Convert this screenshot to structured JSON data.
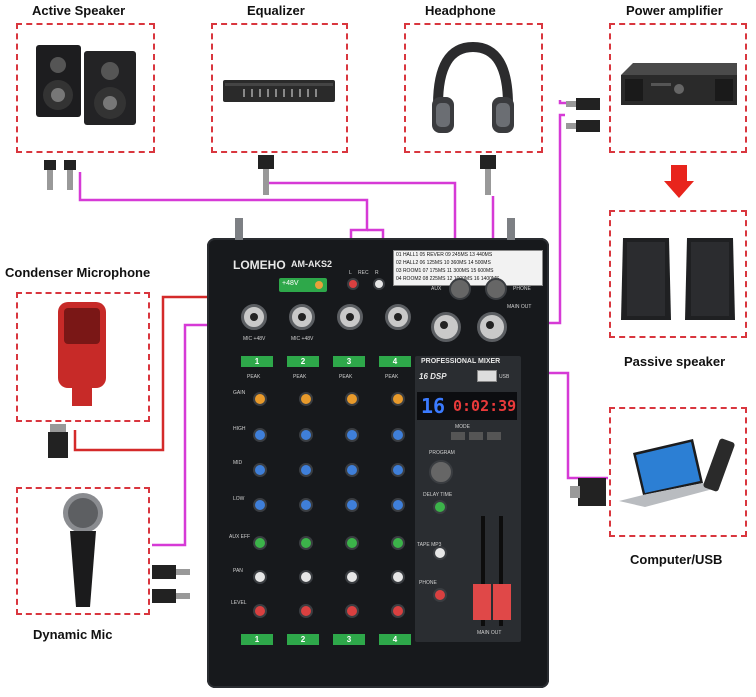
{
  "labels": {
    "active_speaker": "Active Speaker",
    "equalizer": "Equalizer",
    "headphone": "Headphone",
    "power_amplifier": "Power amplifier",
    "condenser_microphone": "Condenser Microphone",
    "passive_speaker": "Passive speaker",
    "computer_usb": "Computer/USB",
    "dynamic_mic": "Dynamic Mic"
  },
  "mixer": {
    "brand": "LOMEHO",
    "model": "AM-AKS2",
    "phantom_power": "+48V",
    "rec_label": "REC",
    "rec_l": "L",
    "rec_r": "R",
    "aux_label": "AUX",
    "phone_label": "PHONE",
    "main_out_label": "MAIN OUT",
    "mic_48v_label": "MIC +48V",
    "panel_title": "PROFESSIONAL MIXER",
    "dsp_label": "16 DSP",
    "usb_label": "USB",
    "display_left": "16",
    "display_right": "0:02:39",
    "mode_label": "MODE",
    "program_label": "PROGRAM",
    "delay_time_label": "DELAY TIME",
    "tape_mp3_label": "TAPE MP3",
    "phone_knob_label": "PHONE",
    "fader_main_out": "MAIN OUT",
    "peak_label": "PEAK",
    "row_labels": [
      "GAIN",
      "HIGH",
      "MID",
      "LOW",
      "AUX EFF",
      "PAN",
      "LEVEL"
    ],
    "channels": [
      "1",
      "2",
      "3",
      "4"
    ],
    "effects_table": [
      "01 HALL1  05 REVER  09 245MS  13 440MS",
      "02 HALL2  06 125MS  10 360MS  14 500MS",
      "03 ROOM1  07 175MS  11 300MS  15 600MS",
      "04 ROOM2  08 225MS  12 1000MS 16 1400MS"
    ]
  },
  "colors": {
    "box_border": "#d9363e",
    "wire_magenta": "#d63ad6",
    "wire_red": "#d42a2a",
    "arrow_red": "#e8241c",
    "mixer_body": "#17191c",
    "channel_green": "#2ea84a"
  }
}
